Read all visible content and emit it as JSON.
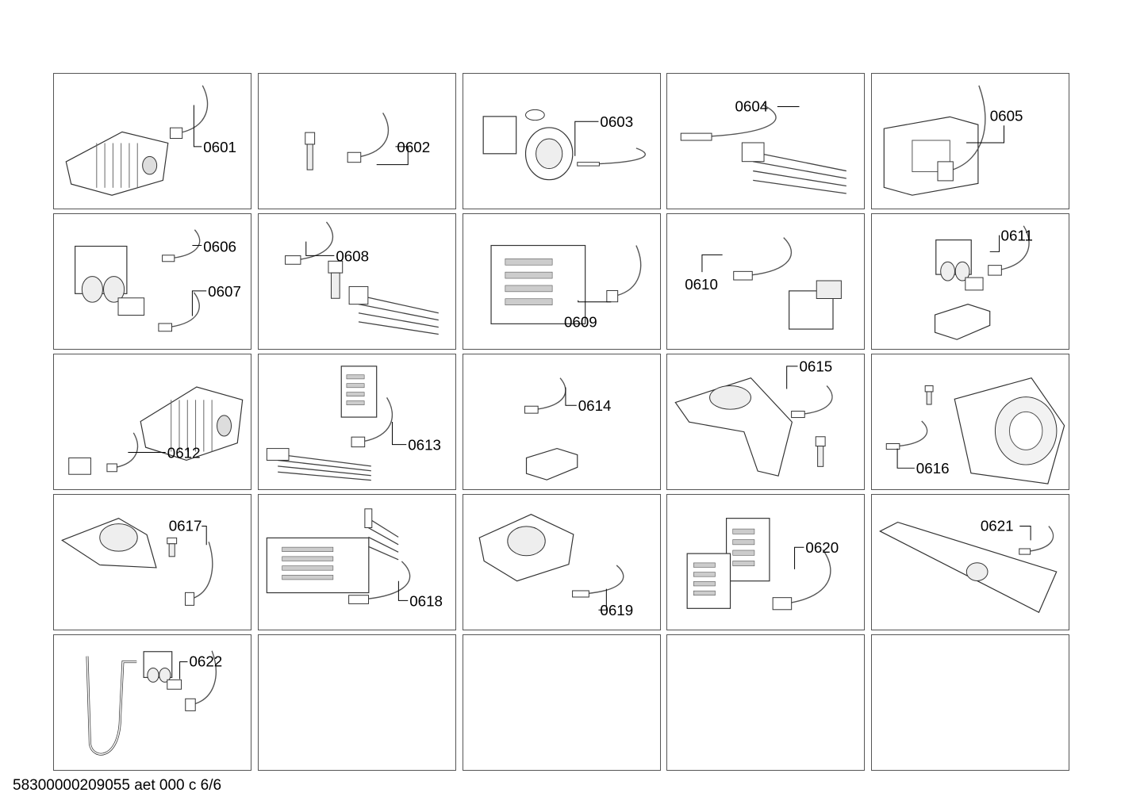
{
  "footer": {
    "document_id": "58300000209055 aet 000 c 6/6"
  },
  "cells": [
    {
      "labels": [
        "0601"
      ],
      "parts": [
        "motor",
        "cable"
      ]
    },
    {
      "labels": [
        "0602"
      ],
      "parts": [
        "sensor",
        "cable"
      ]
    },
    {
      "labels": [
        "0603"
      ],
      "parts": [
        "drain-pump",
        "cable"
      ]
    },
    {
      "labels": [
        "0604"
      ],
      "parts": [
        "cable",
        "heater"
      ]
    },
    {
      "labels": [
        "0605"
      ],
      "parts": [
        "module",
        "cable"
      ]
    },
    {
      "labels": [
        "0606",
        "0607"
      ],
      "parts": [
        "valve",
        "cable",
        "cable"
      ]
    },
    {
      "labels": [
        "0608"
      ],
      "parts": [
        "cable",
        "sensor",
        "heater"
      ]
    },
    {
      "labels": [
        "0609"
      ],
      "parts": [
        "board",
        "cable"
      ]
    },
    {
      "labels": [
        "0610"
      ],
      "parts": [
        "cable",
        "lock"
      ]
    },
    {
      "labels": [
        "0611"
      ],
      "parts": [
        "valve",
        "cable",
        "bracket"
      ]
    },
    {
      "labels": [
        "0612"
      ],
      "parts": [
        "motor",
        "switch",
        "cable"
      ]
    },
    {
      "labels": [
        "0613"
      ],
      "parts": [
        "board",
        "heater",
        "cable"
      ]
    },
    {
      "labels": [
        "0614"
      ],
      "parts": [
        "cable",
        "bracket"
      ]
    },
    {
      "labels": [
        "0615"
      ],
      "parts": [
        "tub-half",
        "cable",
        "sensor"
      ]
    },
    {
      "labels": [
        "0616"
      ],
      "parts": [
        "tub",
        "sensor",
        "cable"
      ]
    },
    {
      "labels": [
        "0617"
      ],
      "parts": [
        "tub-cover",
        "sensor",
        "cable"
      ]
    },
    {
      "labels": [
        "0618"
      ],
      "parts": [
        "board",
        "heater",
        "cable"
      ]
    },
    {
      "labels": [
        "0619"
      ],
      "parts": [
        "drum-back",
        "cable"
      ]
    },
    {
      "labels": [
        "0620"
      ],
      "parts": [
        "board",
        "board",
        "cable"
      ]
    },
    {
      "labels": [
        "0621"
      ],
      "parts": [
        "rail",
        "cable"
      ]
    },
    {
      "labels": [
        "0622"
      ],
      "parts": [
        "hose",
        "valve",
        "cable"
      ]
    },
    {
      "labels": [],
      "parts": []
    },
    {
      "labels": [],
      "parts": []
    },
    {
      "labels": [],
      "parts": []
    },
    {
      "labels": [],
      "parts": []
    }
  ]
}
